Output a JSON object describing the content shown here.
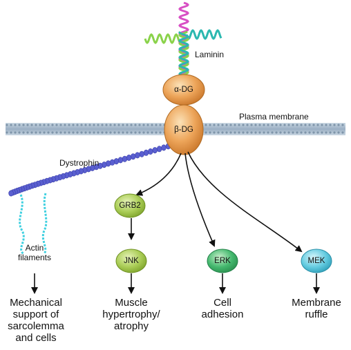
{
  "labels": {
    "laminin": "Laminin",
    "plasma_membrane": "Plasma membrane",
    "dystrophin": "Dystrophin",
    "actin": [
      "Actin",
      "filaments"
    ]
  },
  "nodes": {
    "alpha_dg": "α-DG",
    "beta_dg": "β-DG",
    "grb2": "GRB2",
    "jnk": "JNK",
    "erk": "ERK",
    "mek": "MEK"
  },
  "outcomes": {
    "mechanical": [
      "Mechanical",
      "support of",
      "sarcolemma",
      "and cells"
    ],
    "muscle": [
      "Muscle",
      "hypertrophy/",
      "atrophy"
    ],
    "cell": [
      "Cell",
      "adhesion"
    ],
    "membrane": [
      "Membrane",
      "ruffle"
    ]
  },
  "colors": {
    "dg": "#e89a3c",
    "grb2": "#9cc24a",
    "jnk": "#9cc24a",
    "erk": "#3bb36a",
    "mek": "#58c8e0",
    "membrane": "#9bb0c4",
    "dystrophin": "#5a5fd0",
    "actin": "#3fd0e0",
    "laminin_pink": "#d84fc4",
    "laminin_green": "#8ad24a",
    "laminin_teal": "#2bb8b0"
  }
}
